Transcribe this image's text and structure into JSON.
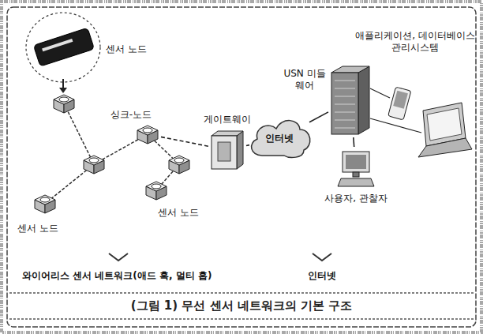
{
  "diagram": {
    "caption": "(그림 1) 무선 센서 네트워크의 기본 구조",
    "nodes": [
      {
        "text": [
          "센서 노드"
        ]
      },
      {
        "text": [
          "싱크-노드"
        ]
      },
      {
        "text": [
          "게이트웨이"
        ]
      },
      {
        "text": [
          "인터넷"
        ]
      },
      {
        "text": [
          "USN 미들웨어"
        ]
      },
      {
        "text": [
          "사용자, 관찰자"
        ]
      }
    ],
    "edges": [
      {
        "from": 1,
        "to": 2,
        "arrow": "none"
      },
      {
        "from": 2,
        "to": 3,
        "arrow": "none"
      },
      {
        "from": 3,
        "to": 4,
        "arrow": "none"
      },
      {
        "from": 4,
        "to": 5,
        "arrow": "none"
      }
    ],
    "labels": [
      "애플리케이션, 데이터베이스 관리시스템",
      "센서 노드",
      "센서 노드",
      "와이어리스 센서 네트워크(애드 혹, 멀티 홉)",
      "인터넷"
    ]
  }
}
